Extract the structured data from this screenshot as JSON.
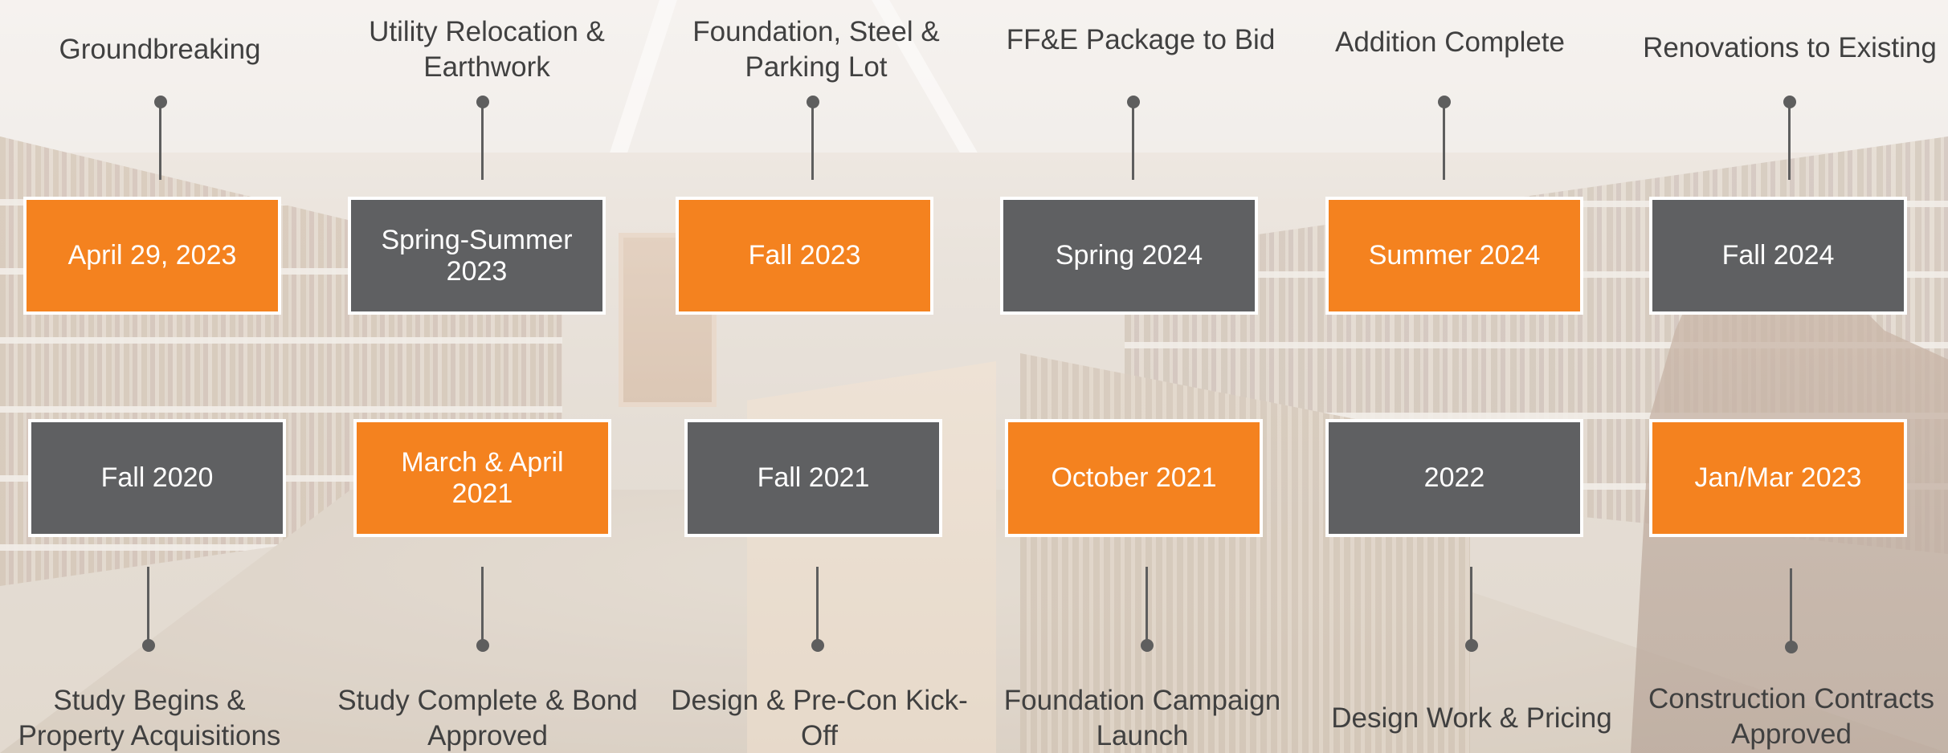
{
  "colors": {
    "orange": "#f4821f",
    "gray": "#5f6062",
    "label_text": "#404040",
    "connector": "#5e5e5e"
  },
  "upper_row": [
    {
      "date": "April 29, 2023",
      "label": "Groundbreaking",
      "color": "orange"
    },
    {
      "date": "Spring-Summer 2023",
      "label": "Utility Relocation & Earthwork",
      "color": "gray"
    },
    {
      "date": "Fall 2023",
      "label": "Foundation, Steel & Parking Lot",
      "color": "orange"
    },
    {
      "date": "Spring 2024",
      "label": "FF&E Package to Bid",
      "color": "gray"
    },
    {
      "date": "Summer 2024",
      "label": "Addition Complete",
      "color": "orange"
    },
    {
      "date": "Fall 2024",
      "label": "Renovations to Existing",
      "color": "gray"
    }
  ],
  "lower_row": [
    {
      "date": "Fall 2020",
      "label": "Study Begins & Property Acquisitions",
      "color": "gray"
    },
    {
      "date": "March & April 2021",
      "label": "Study Complete & Bond Approved",
      "color": "orange"
    },
    {
      "date": "Fall 2021",
      "label": "Design & Pre-Con Kick-Off",
      "color": "gray"
    },
    {
      "date": "October 2021",
      "label": "Foundation Campaign Launch",
      "color": "orange"
    },
    {
      "date": "2022",
      "label": "Design Work & Pricing",
      "color": "gray"
    },
    {
      "date": "Jan/Mar 2023",
      "label": "Construction Contracts Approved",
      "color": "orange"
    }
  ]
}
